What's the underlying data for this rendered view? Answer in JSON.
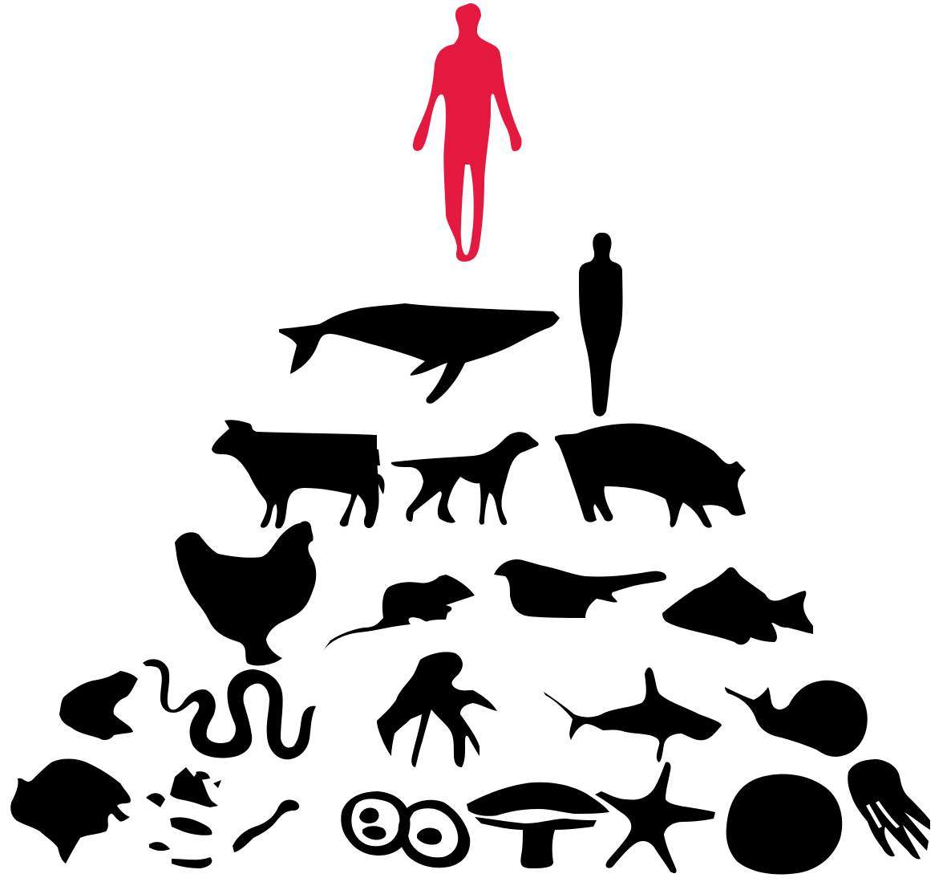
{
  "colors": {
    "background": "#ffffff",
    "silhouette": "#000000",
    "highlight": "#e5193f"
  },
  "figures": [
    {
      "tier": 1,
      "icon": "human-figure-icon",
      "highlight": true
    },
    {
      "tier": 2,
      "icon": "whale-icon"
    },
    {
      "tier": 2,
      "icon": "human-statue-icon"
    },
    {
      "tier": 3,
      "icon": "cow-icon"
    },
    {
      "tier": 3,
      "icon": "dog-icon"
    },
    {
      "tier": 3,
      "icon": "pig-icon"
    },
    {
      "tier": 4,
      "icon": "chicken-icon"
    },
    {
      "tier": 4,
      "icon": "mouse-icon"
    },
    {
      "tier": 4,
      "icon": "bird-icon"
    },
    {
      "tier": 4,
      "icon": "fish-icon"
    },
    {
      "tier": 5,
      "icon": "frog-icon"
    },
    {
      "tier": 5,
      "icon": "worm-icon"
    },
    {
      "tier": 5,
      "icon": "insect-icon"
    },
    {
      "tier": 5,
      "icon": "tadpole-icon"
    },
    {
      "tier": 5,
      "icon": "sperm-icon"
    },
    {
      "tier": 6,
      "icon": "amoeba-icon"
    },
    {
      "tier": 6,
      "icon": "microbes-icon"
    },
    {
      "tier": 6,
      "icon": "cells-icon"
    },
    {
      "tier": 6,
      "icon": "mushroom-icon"
    },
    {
      "tier": 6,
      "icon": "starfish-icon"
    },
    {
      "tier": 6,
      "icon": "egg-cell-icon"
    },
    {
      "tier": 6,
      "icon": "jellyfish-icon"
    }
  ]
}
